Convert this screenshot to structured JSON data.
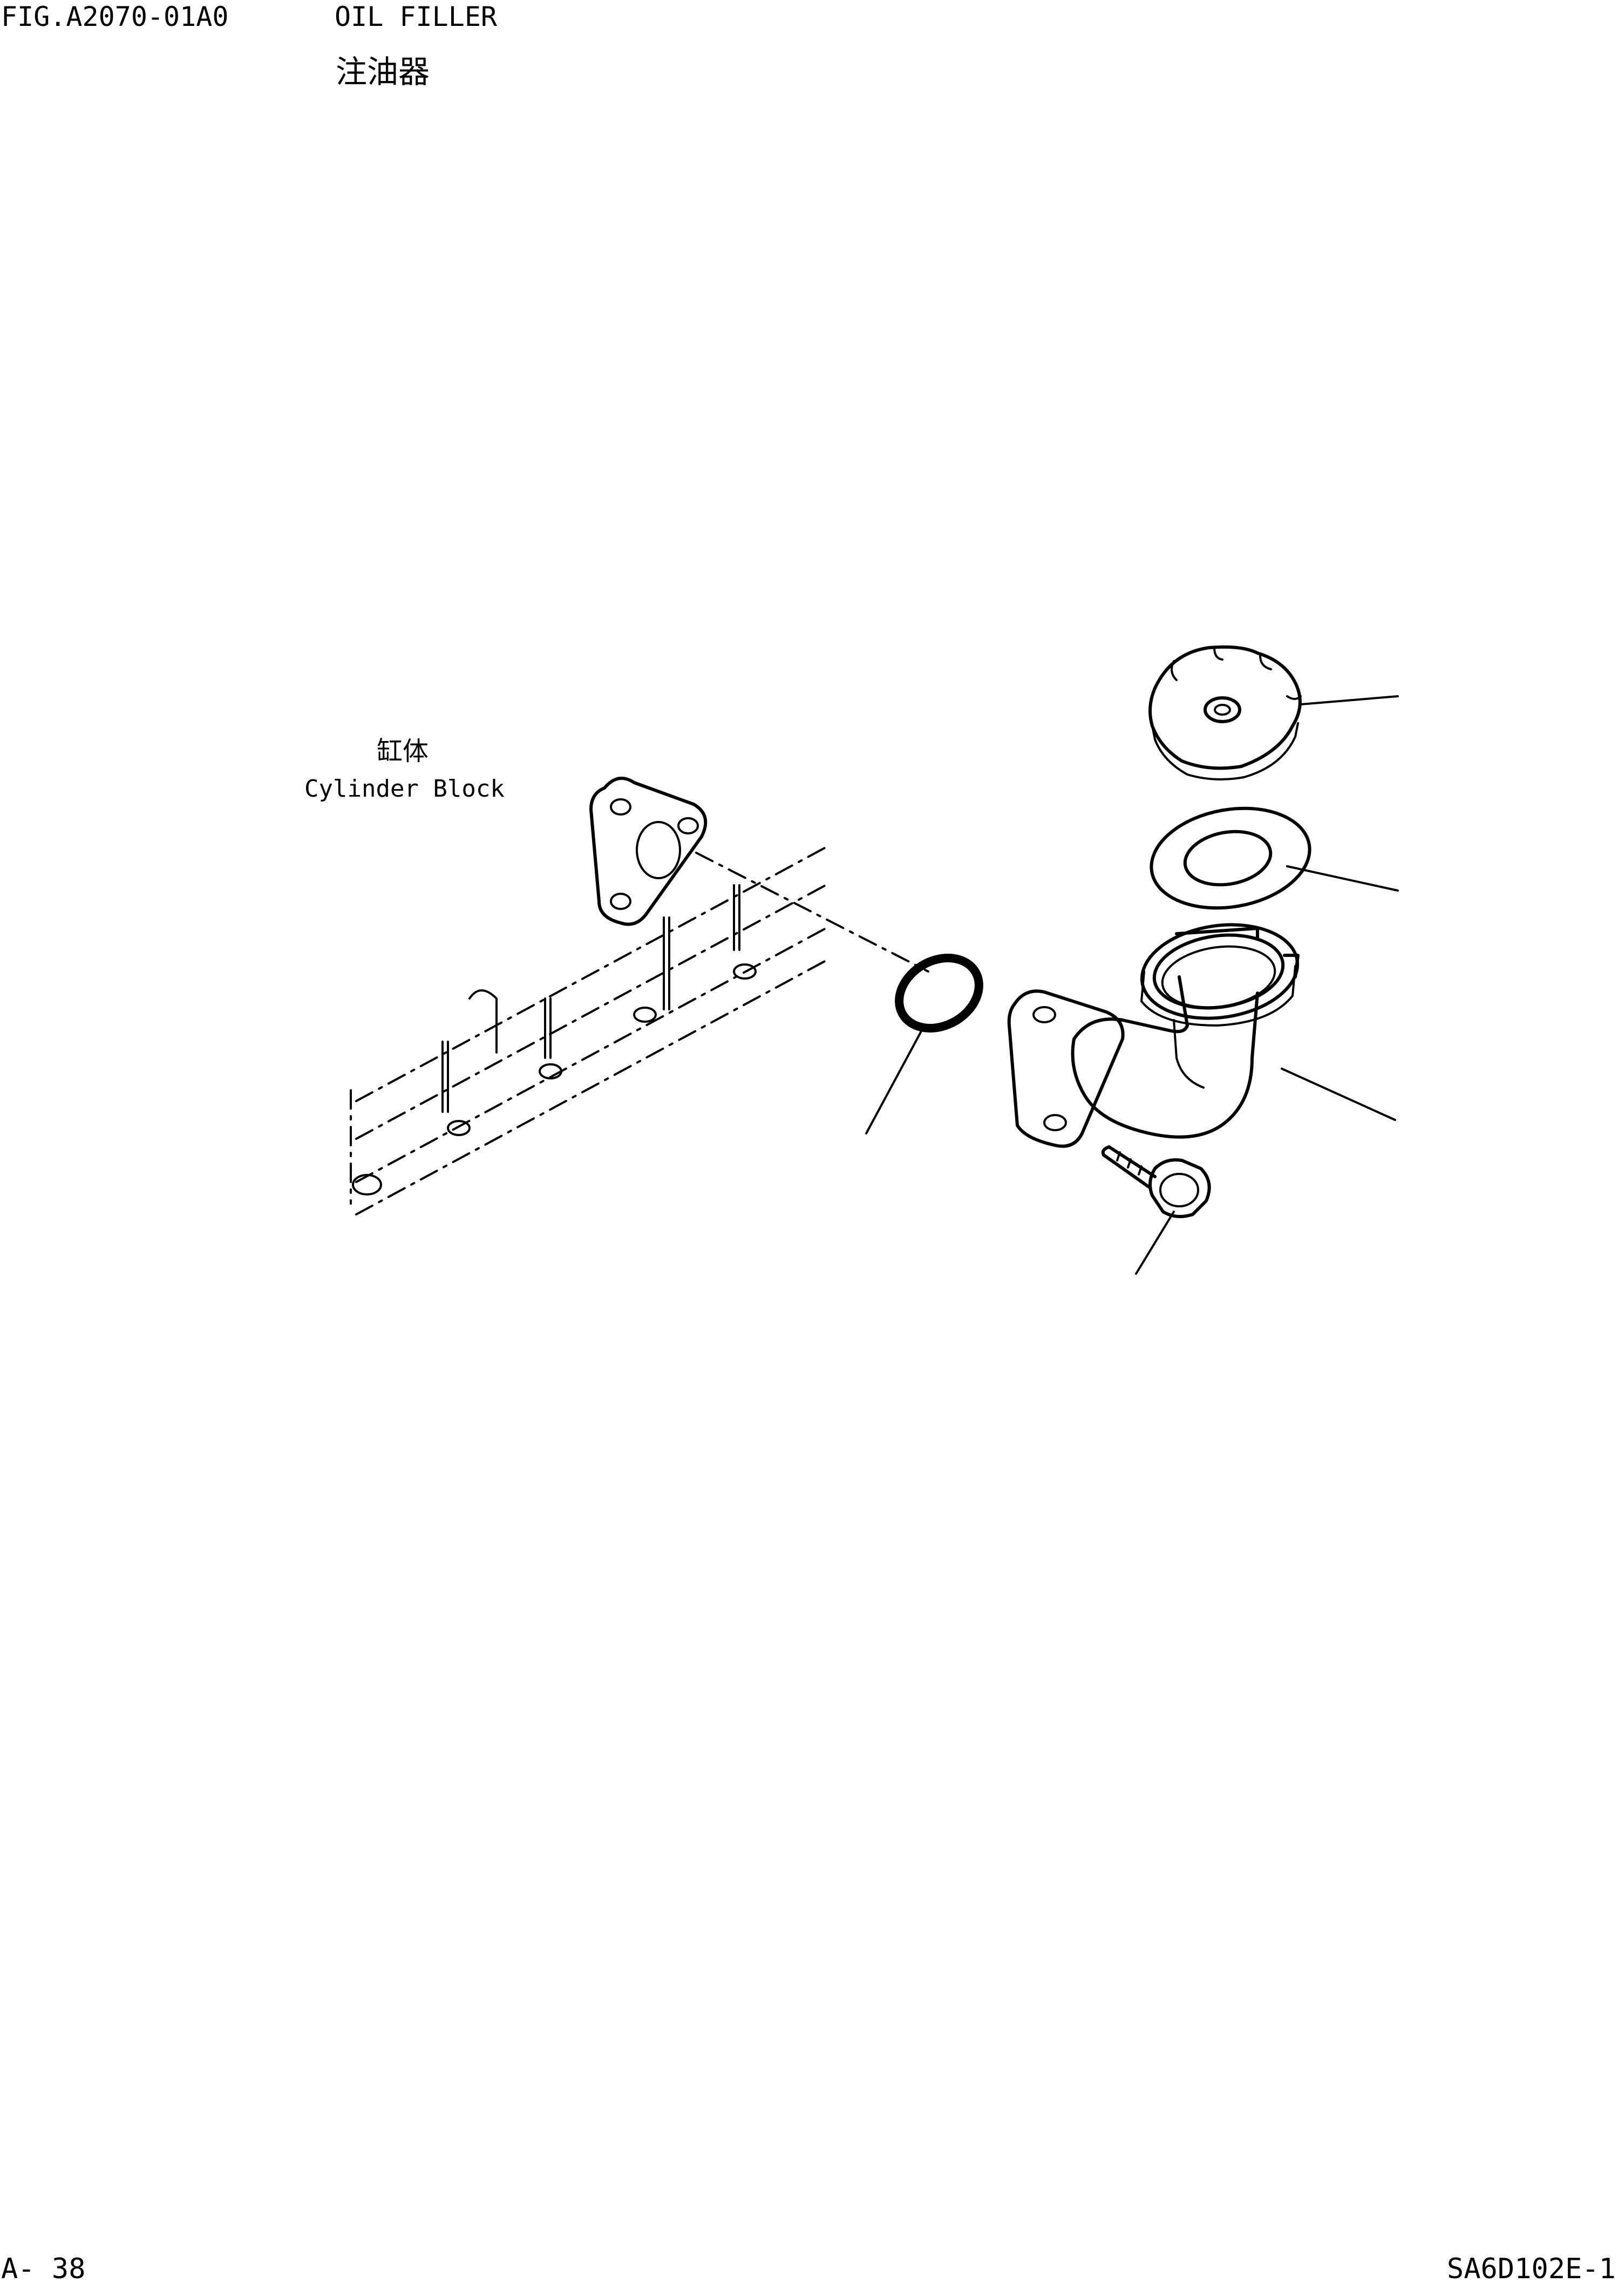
{
  "header": {
    "fig_code": "FIG.A2070-01A0",
    "title_en": "OIL FILLER",
    "title_cn": "注油器"
  },
  "labels": {
    "cylinder_block_cn": "缸体",
    "cylinder_block_en": "Cylinder Block"
  },
  "footer": {
    "page": "A- 38",
    "doc_code": "SA6D102E-1"
  },
  "parts": [
    {
      "name": "filler-cap"
    },
    {
      "name": "gasket"
    },
    {
      "name": "filler-tube"
    },
    {
      "name": "o-ring"
    },
    {
      "name": "flange-bolt"
    }
  ]
}
